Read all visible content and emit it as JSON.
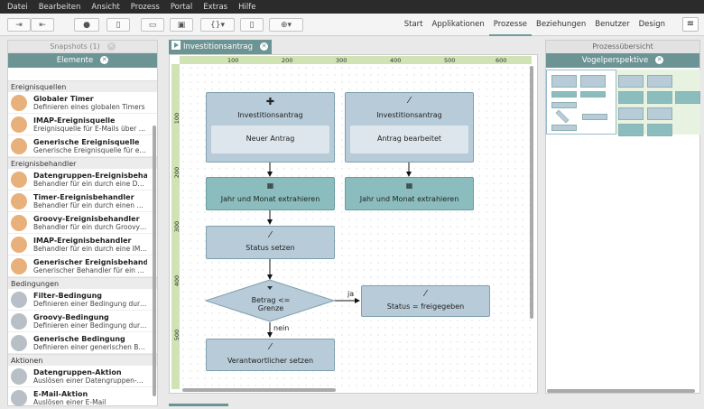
{
  "menu": [
    "Datei",
    "Bearbeiten",
    "Ansicht",
    "Prozess",
    "Portal",
    "Extras",
    "Hilfe"
  ],
  "toolbar": {
    "code_label": "{}▾",
    "globe_label": "⊕▾"
  },
  "nav": {
    "tabs": [
      "Start",
      "Applikationen",
      "Prozesse",
      "Beziehungen",
      "Benutzer",
      "Design"
    ],
    "active": "Prozesse"
  },
  "left": {
    "tab_snapshots": "Snapshots (1)",
    "header": "Elemente",
    "sections": [
      {
        "title": "Ereignisquellen",
        "items": [
          {
            "name": "Globaler Timer",
            "desc": "Definieren eines globalen Timers",
            "color": "o",
            "icon": "clock-icon"
          },
          {
            "name": "IMAP-Ereignisquelle",
            "desc": "Ereignisquelle für E-Mails über IMAP",
            "color": "o",
            "icon": "mail-icon"
          },
          {
            "name": "Generische Ereignisquelle",
            "desc": "Generische Ereignisquelle für ein ...",
            "color": "o",
            "icon": "event-icon"
          }
        ]
      },
      {
        "title": "Ereignisbehandler",
        "items": [
          {
            "name": "Datengruppen-Ereignisbehandler",
            "desc": "Behandler für ein durch eine Datengruppe",
            "color": "o",
            "icon": "database-icon"
          },
          {
            "name": "Timer-Ereignisbehandler",
            "desc": "Behandler für ein durch einen Timer",
            "color": "o",
            "icon": "clock-icon"
          },
          {
            "name": "Groovy-Ereignisbehandler",
            "desc": "Behandler für ein durch Groovy-Skript",
            "color": "o",
            "icon": "groovy-icon"
          },
          {
            "name": "IMAP-Ereignisbehandler",
            "desc": "Behandler für ein durch eine IMAP",
            "color": "o",
            "icon": "mail-icon"
          },
          {
            "name": "Generischer Ereignisbehandler",
            "desc": "Generischer Behandler für ein ben...",
            "color": "o",
            "icon": "event-icon"
          }
        ]
      },
      {
        "title": "Bedingungen",
        "items": [
          {
            "name": "Filter-Bedingung",
            "desc": "Definieren einer Bedingung durch...",
            "color": "g",
            "icon": "filter-icon"
          },
          {
            "name": "Groovy-Bedingung",
            "desc": "Definieren einer Bedingung durch...",
            "color": "g",
            "icon": "groovy-icon"
          },
          {
            "name": "Generische Bedingung",
            "desc": "Definieren einer generischen Bedi...",
            "color": "g",
            "icon": "condition-icon"
          }
        ]
      },
      {
        "title": "Aktionen",
        "items": [
          {
            "name": "Datengruppen-Aktion",
            "desc": "Auslösen einer Datengruppen-Akt...",
            "color": "g",
            "icon": "database-icon"
          },
          {
            "name": "E-Mail-Aktion",
            "desc": "Auslösen einer E-Mail",
            "color": "g",
            "icon": "mail-icon"
          }
        ]
      }
    ]
  },
  "center": {
    "tab": "Investitionsantrag",
    "ruler_h": [
      "100",
      "200",
      "300",
      "400",
      "500",
      "600"
    ],
    "ruler_v": [
      "100",
      "200",
      "300",
      "400",
      "500"
    ],
    "boxes": {
      "b1_title": "Investitionsantrag",
      "b1_inner": "Neuer Antrag",
      "b2_title": "Investitionsantrag",
      "b2_inner": "Antrag bearbeitet",
      "b3": "Jahr und Monat extrahieren",
      "b4": "Jahr und Monat extrahieren",
      "b5": "Status setzen",
      "diamond": "Betrag <= Grenze",
      "b6": "Status = freigegeben",
      "b7": "Verantwortlicher setzen",
      "yes": "ja",
      "no": "nein"
    }
  },
  "right": {
    "tab": "Prozessübersicht",
    "header": "Vogelperspektive"
  }
}
